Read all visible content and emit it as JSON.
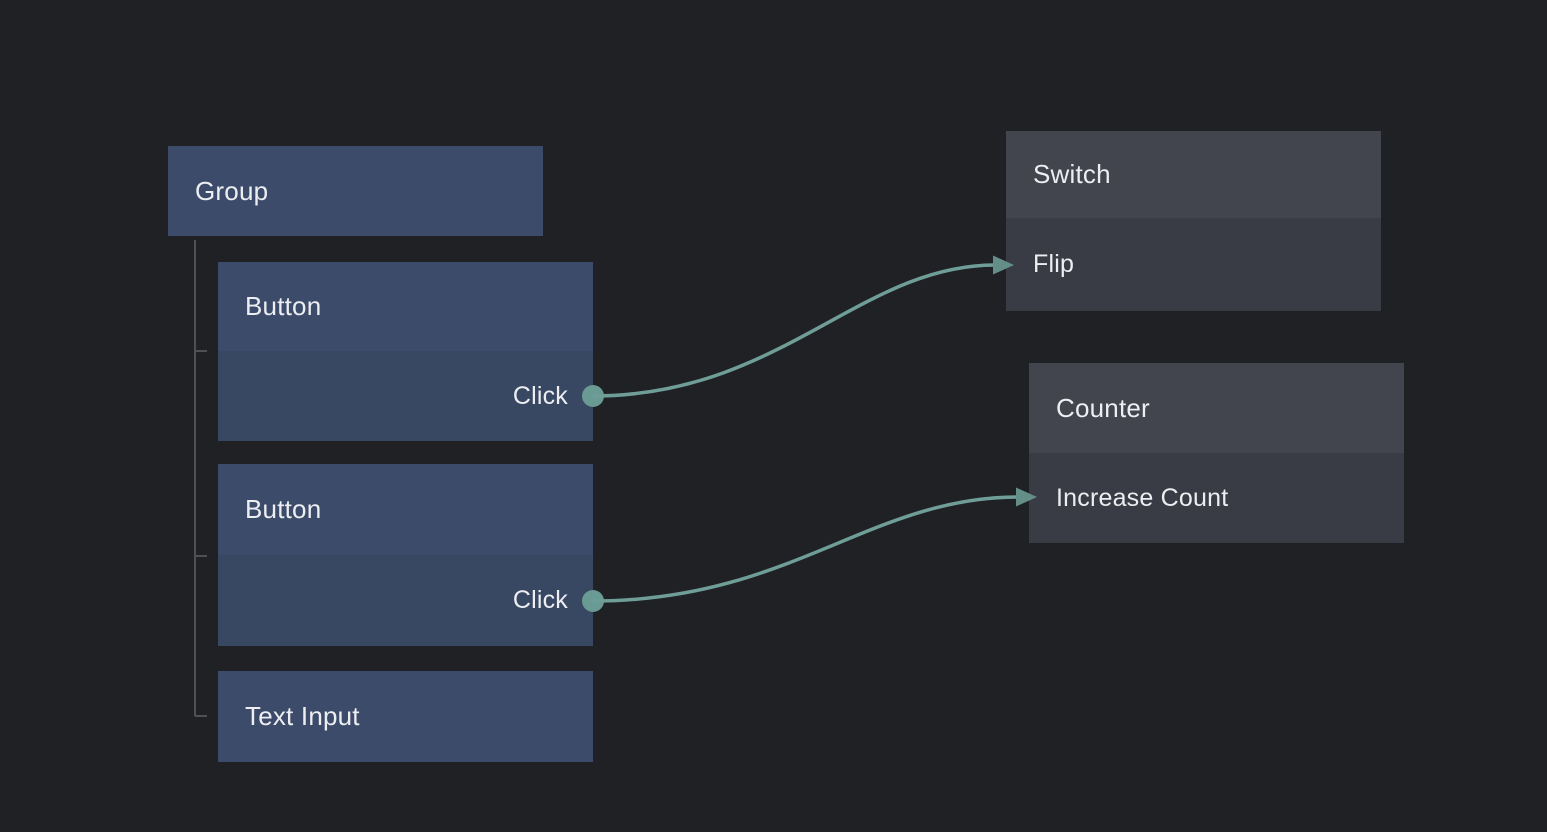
{
  "colors": {
    "background": "#202124",
    "node_blue_header": "#3c4b6a",
    "node_blue_body": "#394862",
    "node_gray_header": "#42444e",
    "node_gray_body": "#3a3c45",
    "text": "#eceef2",
    "tree_line": "#4e5054",
    "edge": "#6f9e98",
    "port": "#6a9a94",
    "arrow": "#648e88"
  },
  "nodes": {
    "group": {
      "title": "Group"
    },
    "button1": {
      "title": "Button",
      "outputs": [
        {
          "label": "Click"
        }
      ]
    },
    "button2": {
      "title": "Button",
      "outputs": [
        {
          "label": "Click"
        }
      ]
    },
    "text_input": {
      "title": "Text Input"
    },
    "switch": {
      "title": "Switch",
      "inputs": [
        {
          "label": "Flip"
        }
      ]
    },
    "counter": {
      "title": "Counter",
      "inputs": [
        {
          "label": "Increase Count"
        }
      ]
    }
  },
  "hierarchy": {
    "parent": "Group",
    "children": [
      "Button",
      "Button",
      "Text Input"
    ]
  },
  "connections": [
    {
      "from": "Button.Click",
      "to": "Switch.Flip"
    },
    {
      "from": "Button.Click",
      "to": "Counter.Increase Count"
    }
  ]
}
